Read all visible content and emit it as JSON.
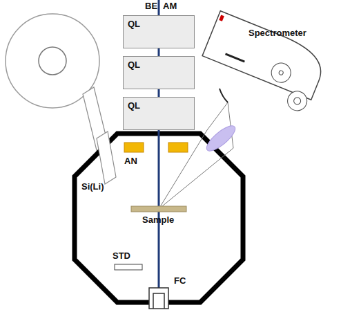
{
  "diagram": {
    "nodes": [
      {
        "text": [
          "QL"
        ]
      },
      {
        "text": [
          "QL"
        ]
      },
      {
        "text": [
          "QL"
        ]
      }
    ],
    "edges": [
      {
        "from": 0,
        "to": 1,
        "arrow": "none"
      },
      {
        "from": 1,
        "to": 2,
        "arrow": "none"
      }
    ],
    "labels": [
      "BE",
      "AM",
      "Spectrometer",
      "AN",
      "Si(Li)",
      "Sample",
      "STD",
      "FC"
    ]
  }
}
